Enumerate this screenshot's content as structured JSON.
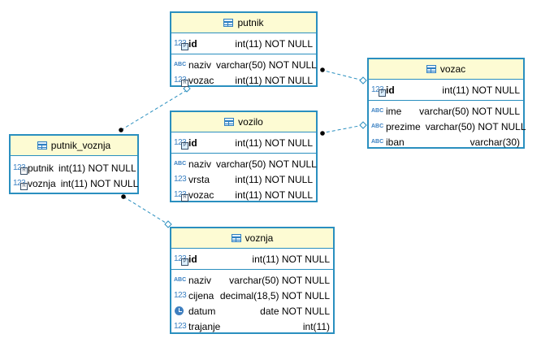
{
  "entities": {
    "putnik": {
      "name": "putnik",
      "columns": [
        {
          "name": "id",
          "type": "int(11) NOT NULL",
          "icon": "numeric-key-icon"
        },
        {
          "name": "naziv",
          "type": "varchar(50) NOT NULL",
          "icon": "text-icon"
        },
        {
          "name": "vozac",
          "type": "int(11) NOT NULL",
          "icon": "numeric-fk-icon"
        }
      ]
    },
    "vozac": {
      "name": "vozac",
      "columns": [
        {
          "name": "id",
          "type": "int(11) NOT NULL",
          "icon": "numeric-key-icon"
        },
        {
          "name": "ime",
          "type": "varchar(50) NOT NULL",
          "icon": "text-icon"
        },
        {
          "name": "prezime",
          "type": "varchar(50) NOT NULL",
          "icon": "text-icon"
        },
        {
          "name": "iban",
          "type": "varchar(30)",
          "icon": "text-icon"
        }
      ]
    },
    "vozilo": {
      "name": "vozilo",
      "columns": [
        {
          "name": "id",
          "type": "int(11) NOT NULL",
          "icon": "numeric-key-icon"
        },
        {
          "name": "naziv",
          "type": "varchar(50) NOT NULL",
          "icon": "text-icon"
        },
        {
          "name": "vrsta",
          "type": "int(11) NOT NULL",
          "icon": "numeric-icon"
        },
        {
          "name": "vozac",
          "type": "int(11) NOT NULL",
          "icon": "numeric-fk-icon"
        }
      ]
    },
    "putnik_voznja": {
      "name": "putnik_voznja",
      "columns": [
        {
          "name": "putnik",
          "type": "int(11) NOT NULL",
          "icon": "numeric-fk-icon"
        },
        {
          "name": "voznja",
          "type": "int(11) NOT NULL",
          "icon": "numeric-fk-icon"
        }
      ]
    },
    "voznja": {
      "name": "voznja",
      "columns": [
        {
          "name": "id",
          "type": "int(11) NOT NULL",
          "icon": "numeric-key-icon"
        },
        {
          "name": "naziv",
          "type": "varchar(50) NOT NULL",
          "icon": "text-icon"
        },
        {
          "name": "cijena",
          "type": "decimal(18,5) NOT NULL",
          "icon": "numeric-icon"
        },
        {
          "name": "datum",
          "type": "date NOT NULL",
          "icon": "clock-icon"
        },
        {
          "name": "trajanje",
          "type": "int(11)",
          "icon": "numeric-icon"
        }
      ]
    }
  },
  "relationships": [
    {
      "from": "putnik",
      "to": "vozac"
    },
    {
      "from": "vozilo",
      "to": "vozac"
    },
    {
      "from": "putnik_voznja",
      "to": "putnik"
    },
    {
      "from": "putnik_voznja",
      "to": "voznja"
    }
  ],
  "colors": {
    "border": "#2a8fbf",
    "header": "#fdfbd3",
    "link": "#2a8fbf",
    "icon": "#3a80c2"
  }
}
